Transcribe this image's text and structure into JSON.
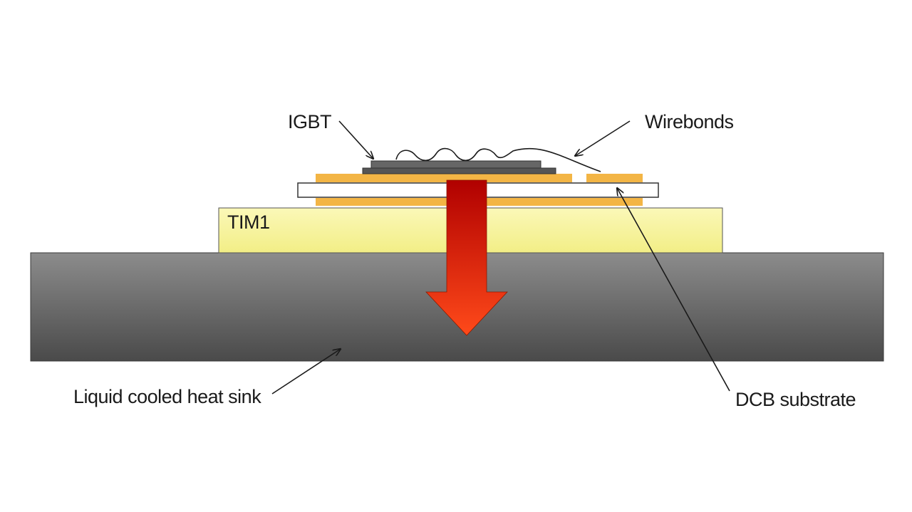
{
  "labels": {
    "igbt": "IGBT",
    "wirebonds": "Wirebonds",
    "tim1": "TIM1",
    "heat_sink": "Liquid cooled heat sink",
    "dcb_substrate": "DCB substrate"
  },
  "colors": {
    "heat_sink_top": "#8c8c8c",
    "heat_sink_bottom": "#4a4a4a",
    "tim1": "#f6f39a",
    "copper": "#f3b545",
    "ceramic": "#ffffff",
    "igbt_die": "#666666",
    "arrow_top": "#b00000",
    "arrow_bottom": "#ff4a1a",
    "leader": "#1a1a1a"
  }
}
